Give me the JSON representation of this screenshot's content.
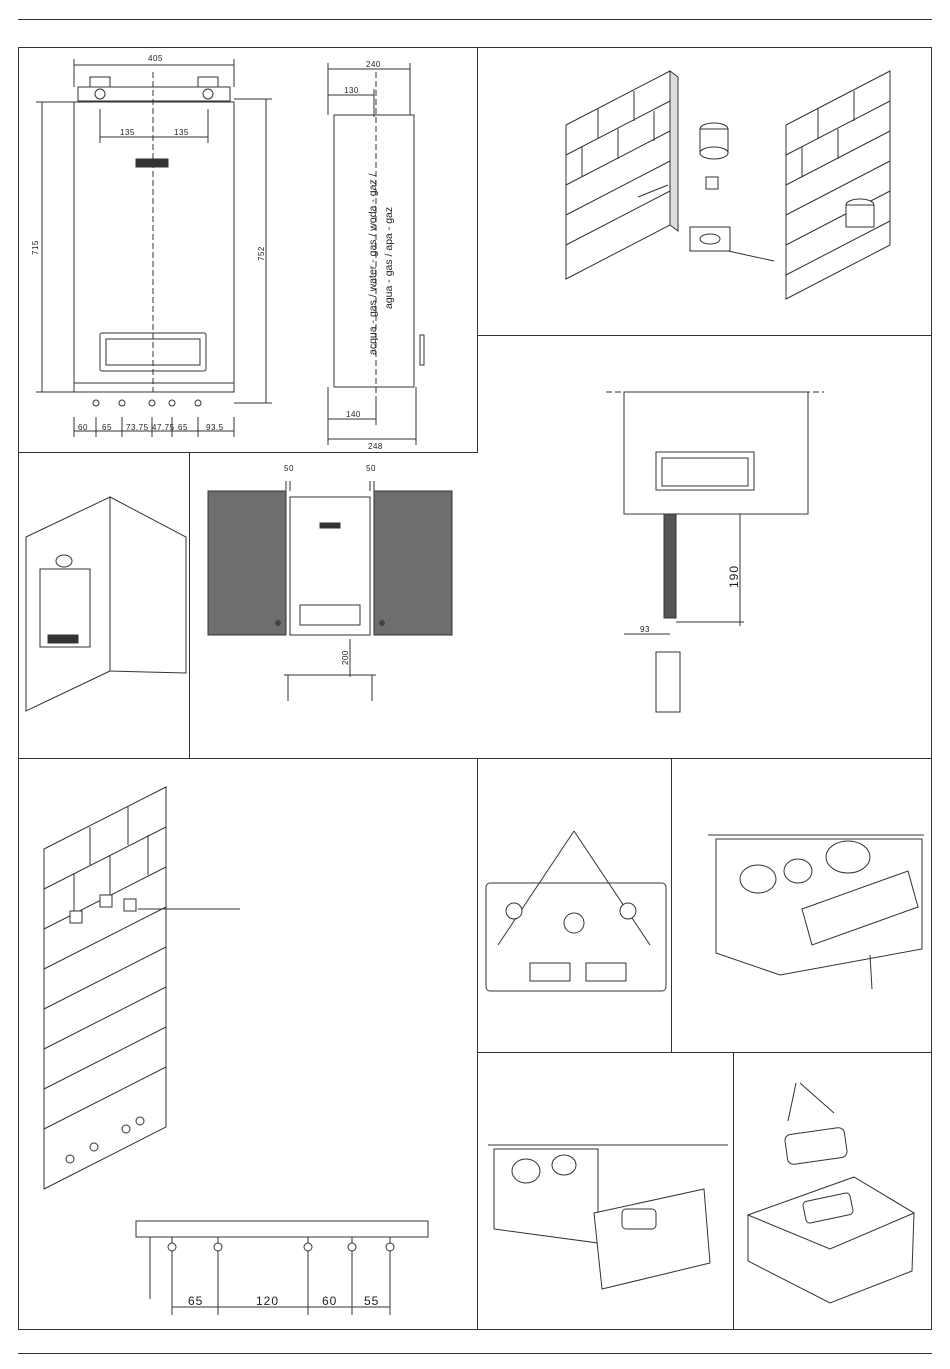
{
  "panel_dims": {
    "front": {
      "width": "405",
      "height": "715",
      "bracket_left": "135",
      "bracket_right": "135"
    },
    "side": {
      "depth_top": "240",
      "bracket_offset": "130",
      "height": "752",
      "bottom_offset": "140",
      "depth_bottom": "248"
    },
    "bottom_connections": [
      "60",
      "65",
      "73.75",
      "47.75",
      "65",
      "93.5"
    ],
    "side_label_line1": "acqua - gas / water - gas / woda - gaz /",
    "side_label_line2": "agua - gas / apa - gaz"
  },
  "clearances": {
    "left": "50",
    "right": "50",
    "bottom": "200"
  },
  "drain": {
    "height": "190",
    "offset": "93"
  },
  "wall_template": {
    "spacings": [
      "65",
      "120",
      "60",
      "55"
    ]
  },
  "colors": {
    "line": "#333333",
    "cabinet": "#6e6e6e",
    "brick_face": "#ffffff"
  },
  "icons": [
    "brick-wall-icon",
    "water-heater-icon",
    "screw-icon",
    "hose-icon",
    "siphon-icon",
    "control-panel-icon"
  ]
}
